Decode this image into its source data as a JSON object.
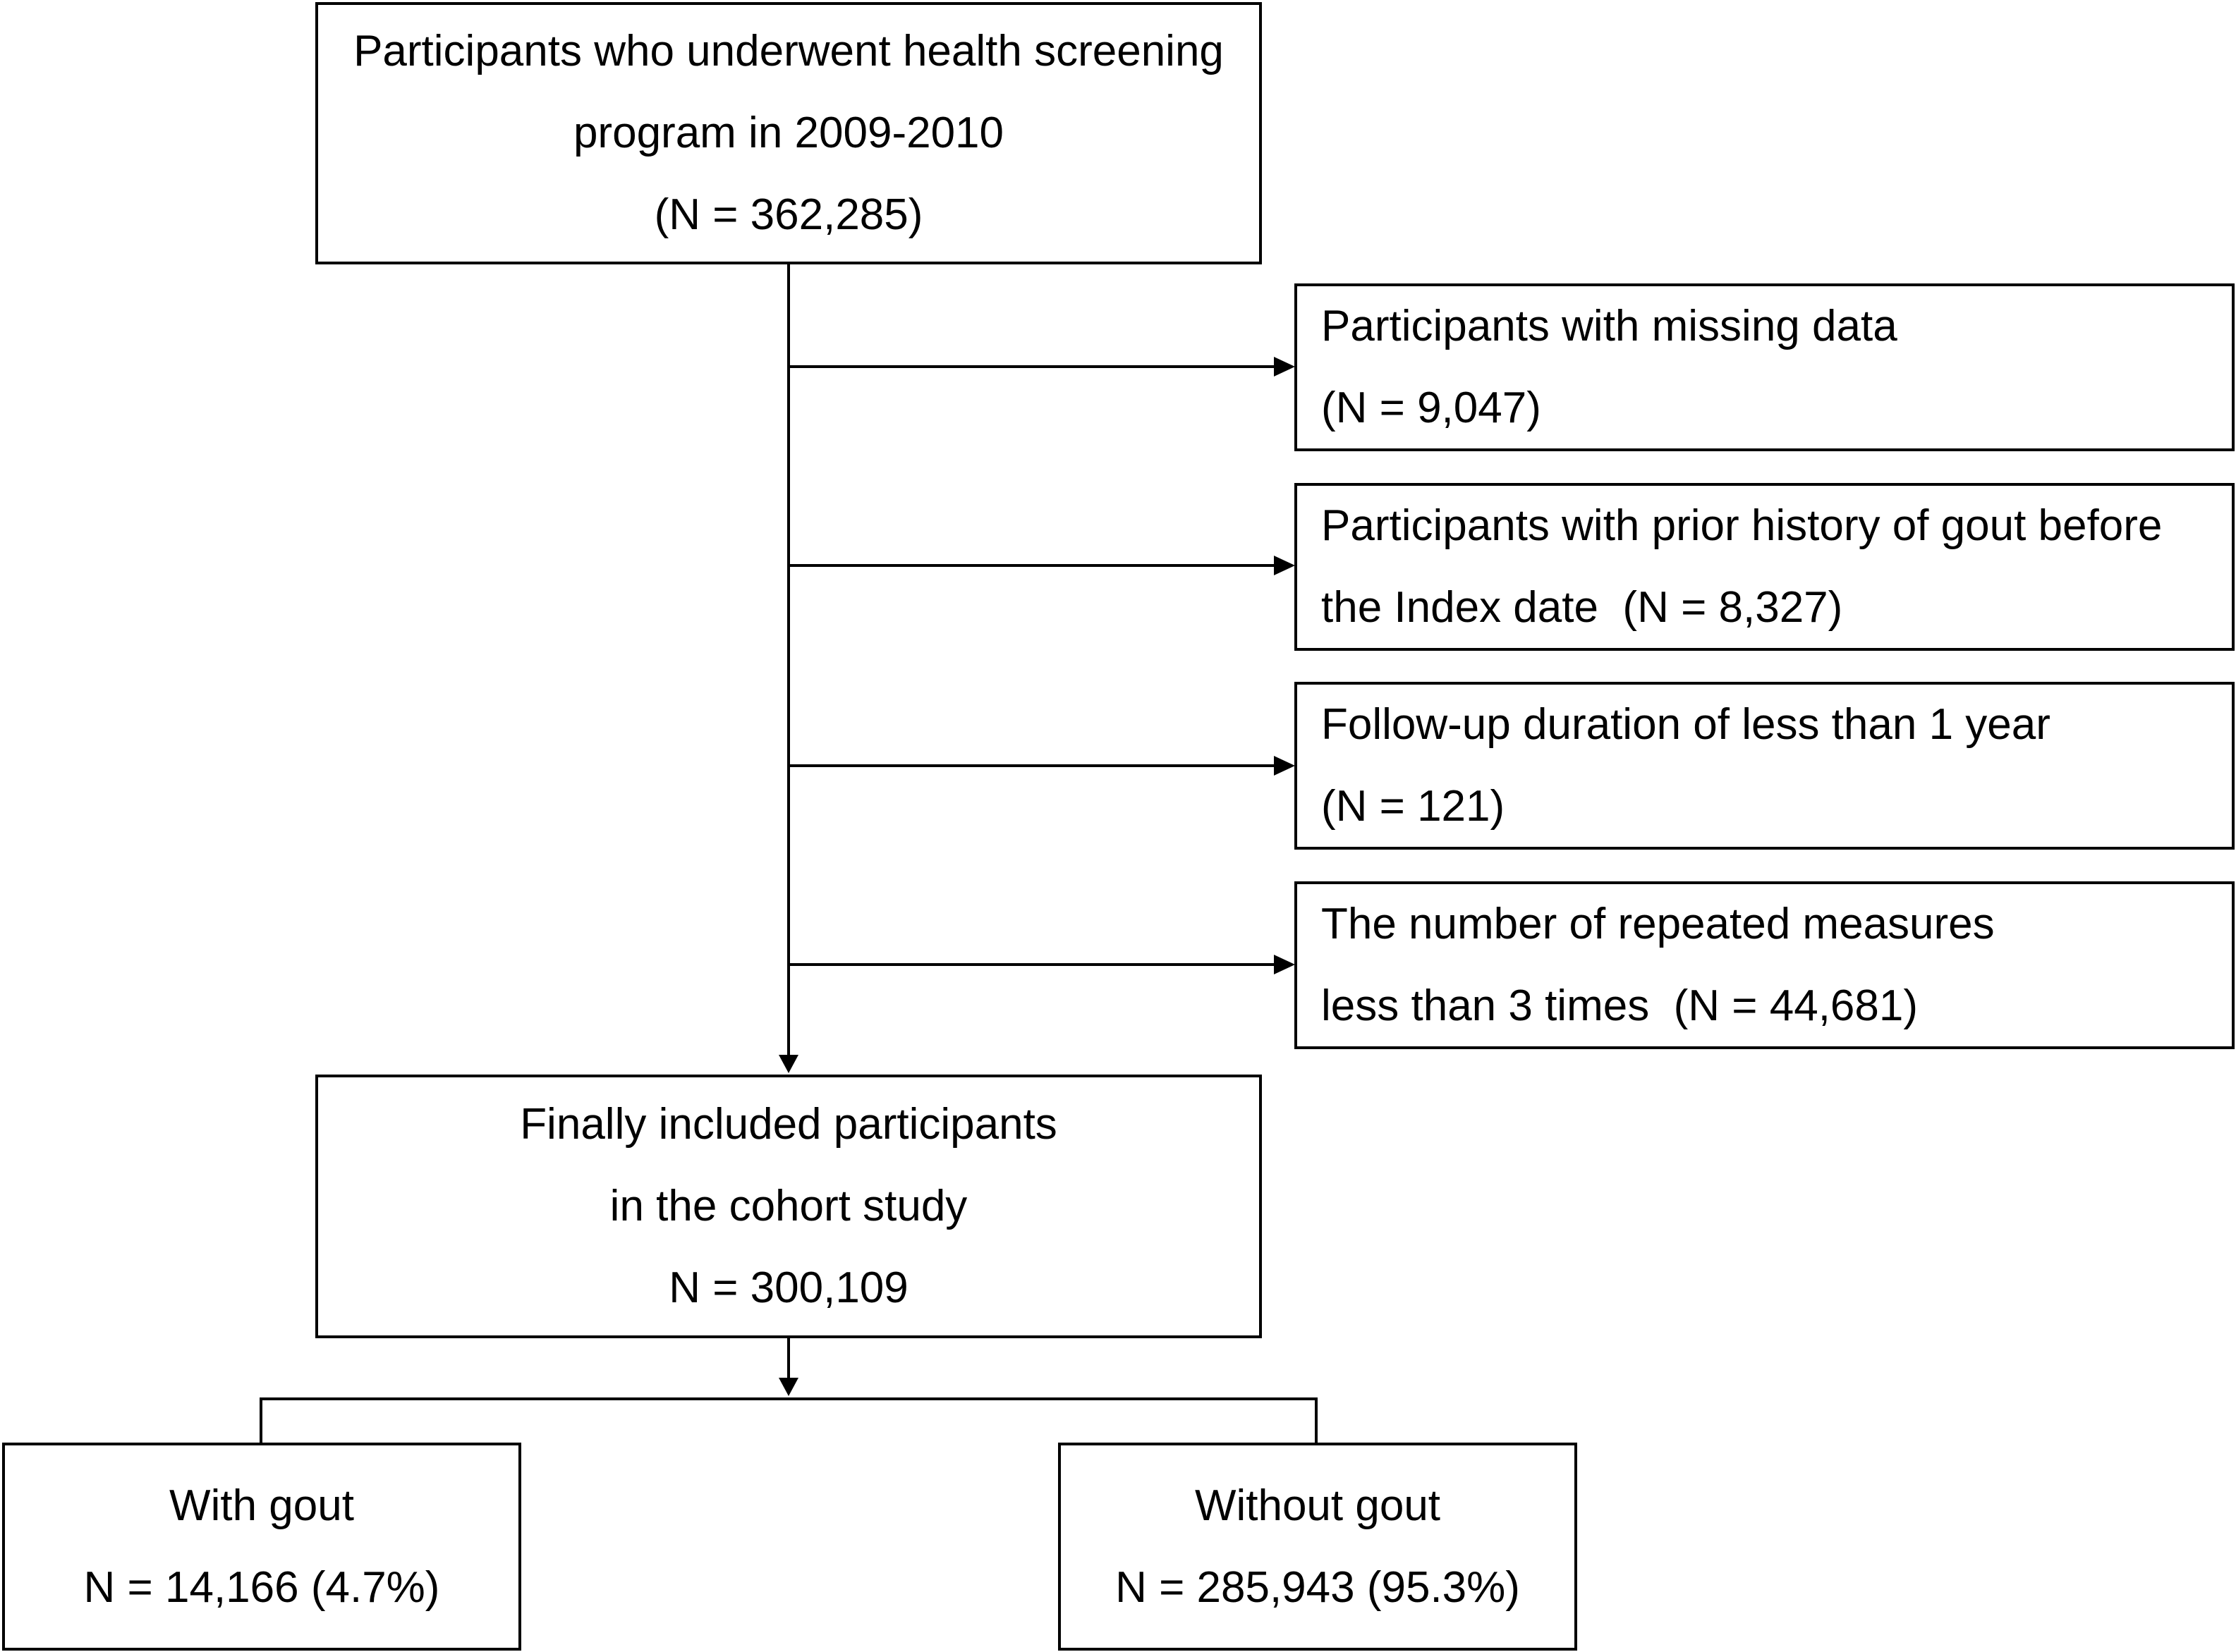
{
  "flowchart": {
    "top_box": {
      "lines": [
        "Participants who underwent health screening",
        "program in 2009-2010",
        "(N = 362,285)"
      ]
    },
    "exclusions": [
      {
        "lines": [
          "Participants with missing data",
          "(N = 9,047)"
        ]
      },
      {
        "lines": [
          "Participants with prior history of gout before",
          "the Index date  (N = 8,327)"
        ]
      },
      {
        "lines": [
          "Follow-up duration of less than 1 year",
          "(N = 121)"
        ]
      },
      {
        "lines": [
          "The number of repeated measures",
          "less than 3 times  (N = 44,681)"
        ]
      }
    ],
    "final_box": {
      "lines": [
        "Finally included participants",
        "in the cohort study",
        "N = 300,109"
      ]
    },
    "gout_box": {
      "lines": [
        "With gout",
        "N = 14,166 (4.7%)"
      ]
    },
    "no_gout_box": {
      "lines": [
        "Without gout",
        "N = 285,943 (95.3%)"
      ]
    }
  },
  "colors": {
    "line": "#000000",
    "background": "#ffffff"
  }
}
